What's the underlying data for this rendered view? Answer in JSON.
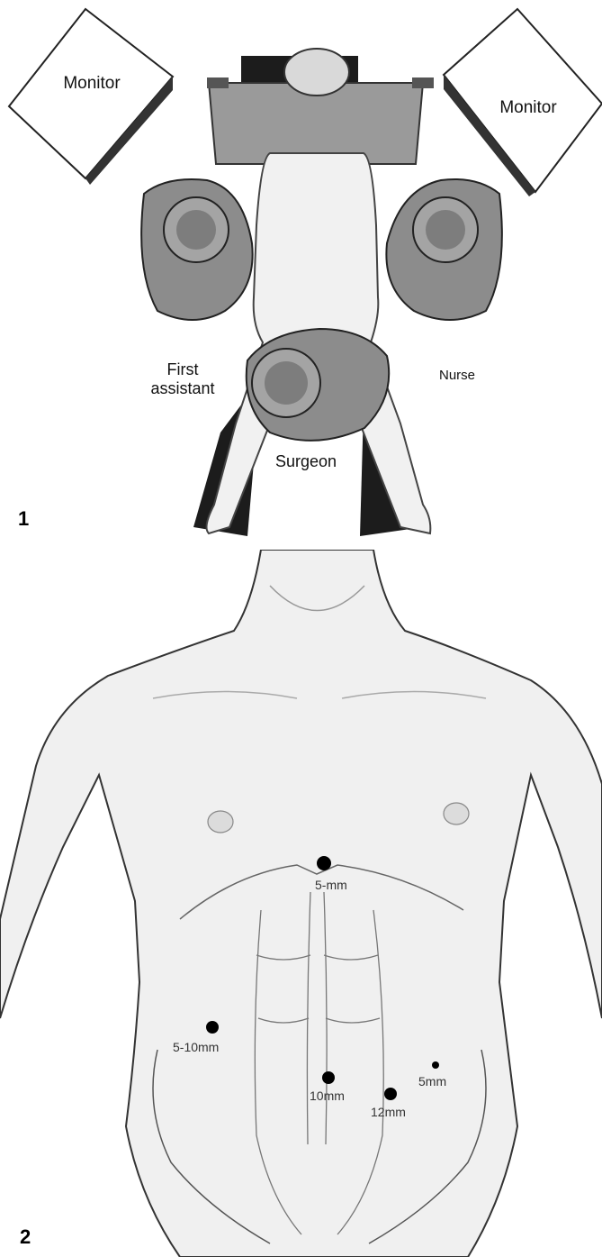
{
  "figure1": {
    "number": "1",
    "monitor_left": "Monitor",
    "monitor_right": "Monitor",
    "first_assistant": "First\nassistant",
    "nurse": "Nurse",
    "surgeon": "Surgeon"
  },
  "figure2": {
    "number": "2",
    "ports": [
      {
        "label": "5-mm",
        "size": "large"
      },
      {
        "label": "5-10mm",
        "size": "medium"
      },
      {
        "label": "10mm",
        "size": "medium"
      },
      {
        "label": "12mm",
        "size": "medium"
      },
      {
        "label": "5mm",
        "size": "small"
      }
    ]
  },
  "colors": {
    "line": "#222222",
    "skin_shade": "#ececec",
    "gown": "#8c8c8c",
    "drape": "#1c1c1c",
    "port_dot": "#000000"
  }
}
